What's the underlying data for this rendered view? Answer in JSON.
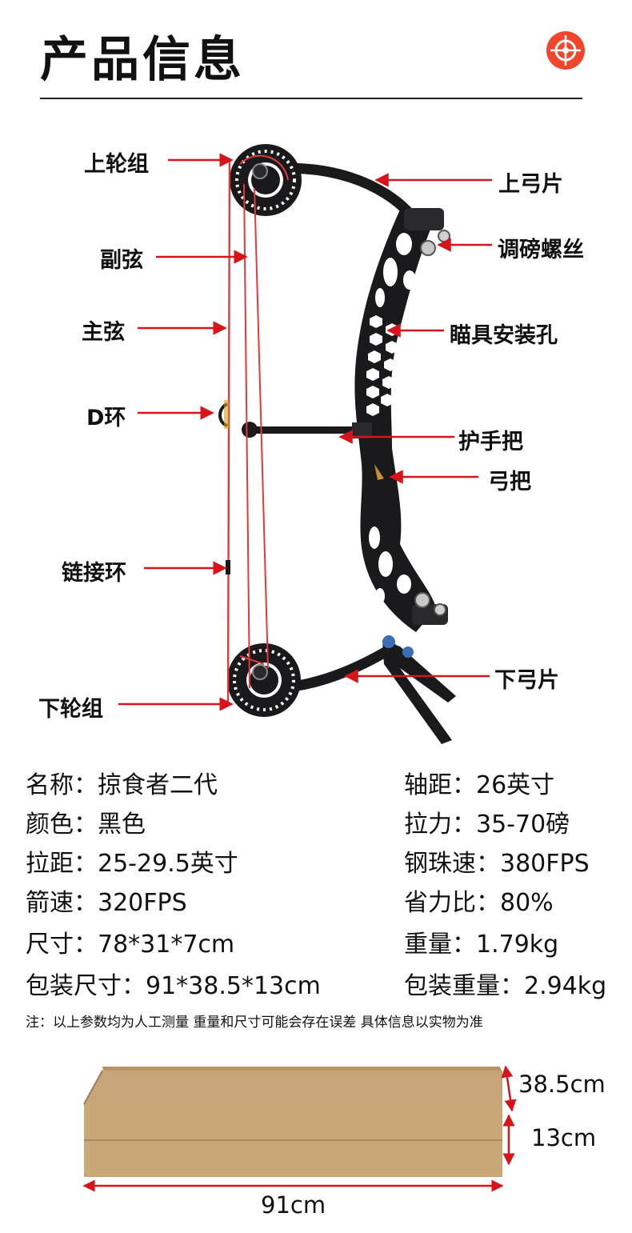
{
  "header": {
    "title": "产品信息",
    "target_icon": "target-icon"
  },
  "colors": {
    "arrow": "#d7141a",
    "string": "#e03a3a",
    "bow": "#1a1a1c",
    "accent": "#f0462b",
    "box": "#c9a878",
    "box_dark": "#a9895c"
  },
  "callouts": {
    "upper_cam": "上轮组",
    "upper_limb": "上弓片",
    "buss_cable": "副弦",
    "tuning_screw": "调磅螺丝",
    "main_string": "主弦",
    "sight_holes": "瞄具安装孔",
    "d_loop": "D环",
    "guard": "护手把",
    "grip": "弓把",
    "link_ring": "链接环",
    "lower_limb": "下弓片",
    "lower_cam": "下轮组"
  },
  "specs": {
    "name": "名称：掠食者二代",
    "axle": "轴距：26英寸",
    "color": "颜色：黑色",
    "draw_weight": "拉力：35-70磅",
    "draw_length": "拉距：25-29.5英寸",
    "steel_ball_speed": "钢珠速：380FPS",
    "arrow_speed": "箭速：320FPS",
    "let_off": "省力比：80%",
    "size": "尺寸：78*31*7cm",
    "weight": "重量：1.79kg",
    "package_size": "包装尺寸：91*38.5*13cm",
    "package_weight": "包装重量：2.94kg"
  },
  "note": "注：以上参数均为人工测量 重量和尺寸可能会存在误差 具体信息以实物为准",
  "package": {
    "width_label": "38.5cm",
    "height_label": "13cm",
    "length_label": "91cm"
  }
}
